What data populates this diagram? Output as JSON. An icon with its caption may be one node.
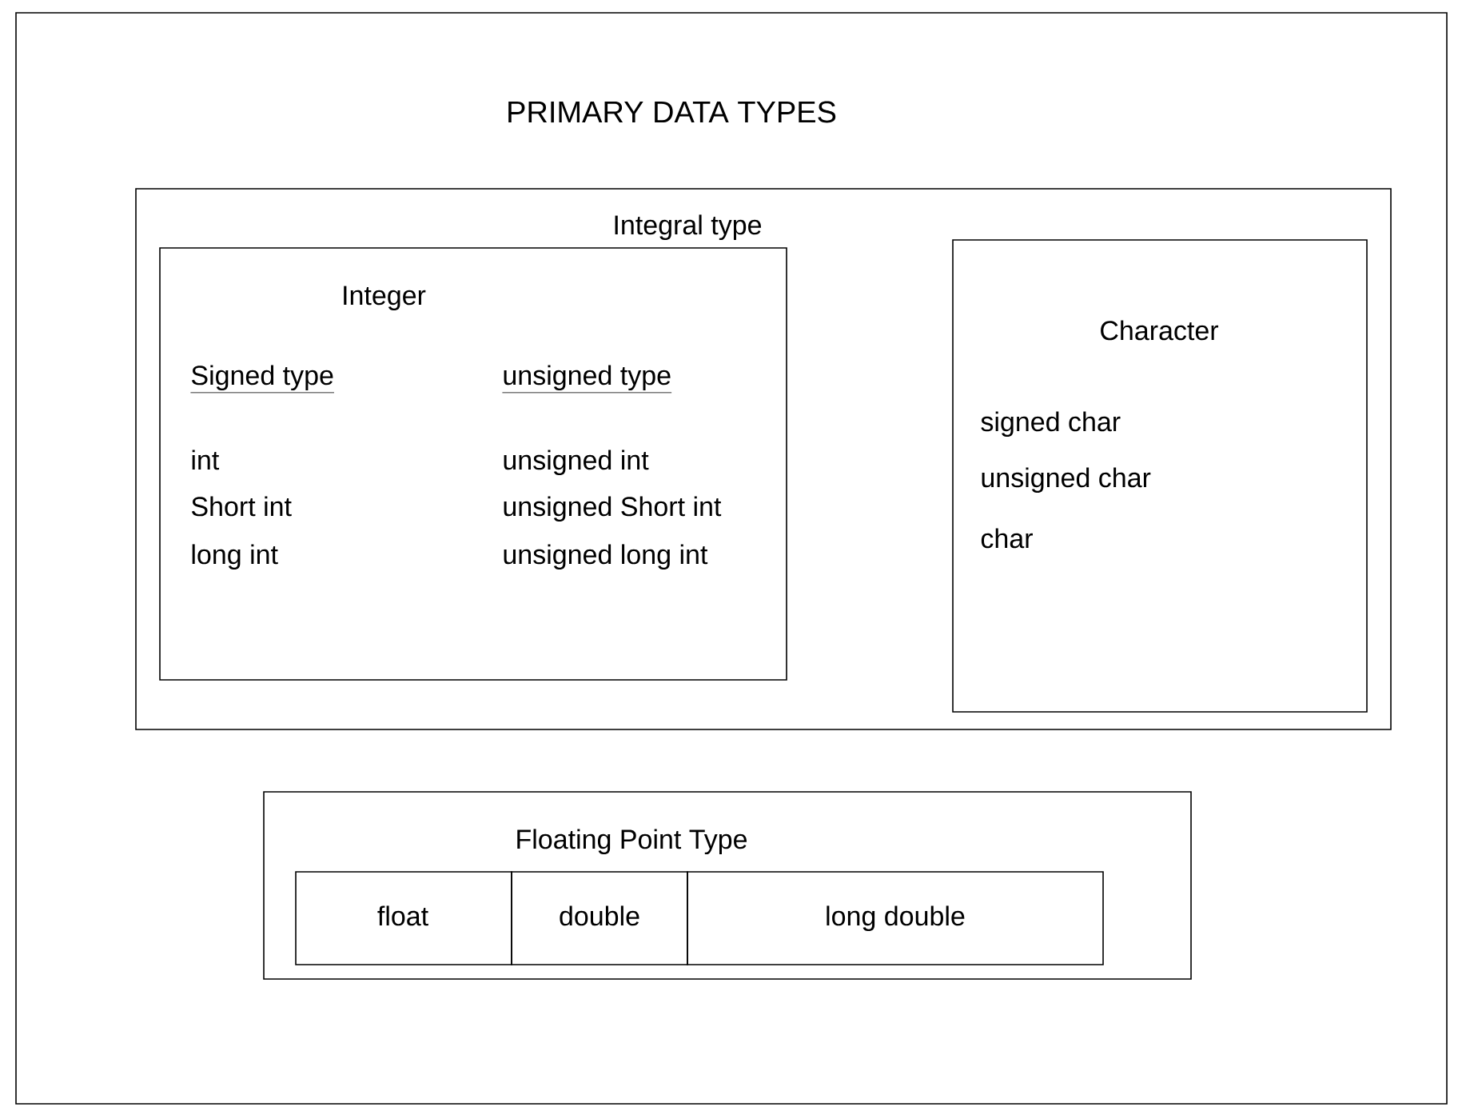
{
  "diagram": {
    "title": "PRIMARY DATA TYPES",
    "nodes": [
      {
        "text": [
          "Integral type"
        ]
      },
      {
        "text": [
          "Integer",
          "Signed type",
          "int",
          "Short int",
          "long int",
          "unsigned type",
          "unsigned int",
          "unsigned Short int",
          "unsigned long int"
        ],
        "in": 0
      },
      {
        "text": [
          "Character",
          "signed char",
          "unsigned char",
          "char"
        ],
        "in": 0
      },
      {
        "text": [
          "Floating Point Type"
        ]
      },
      {
        "text": [
          "float"
        ],
        "in": 3
      },
      {
        "text": [
          "double"
        ],
        "in": 3
      },
      {
        "text": [
          "long double"
        ],
        "in": 3
      }
    ]
  }
}
